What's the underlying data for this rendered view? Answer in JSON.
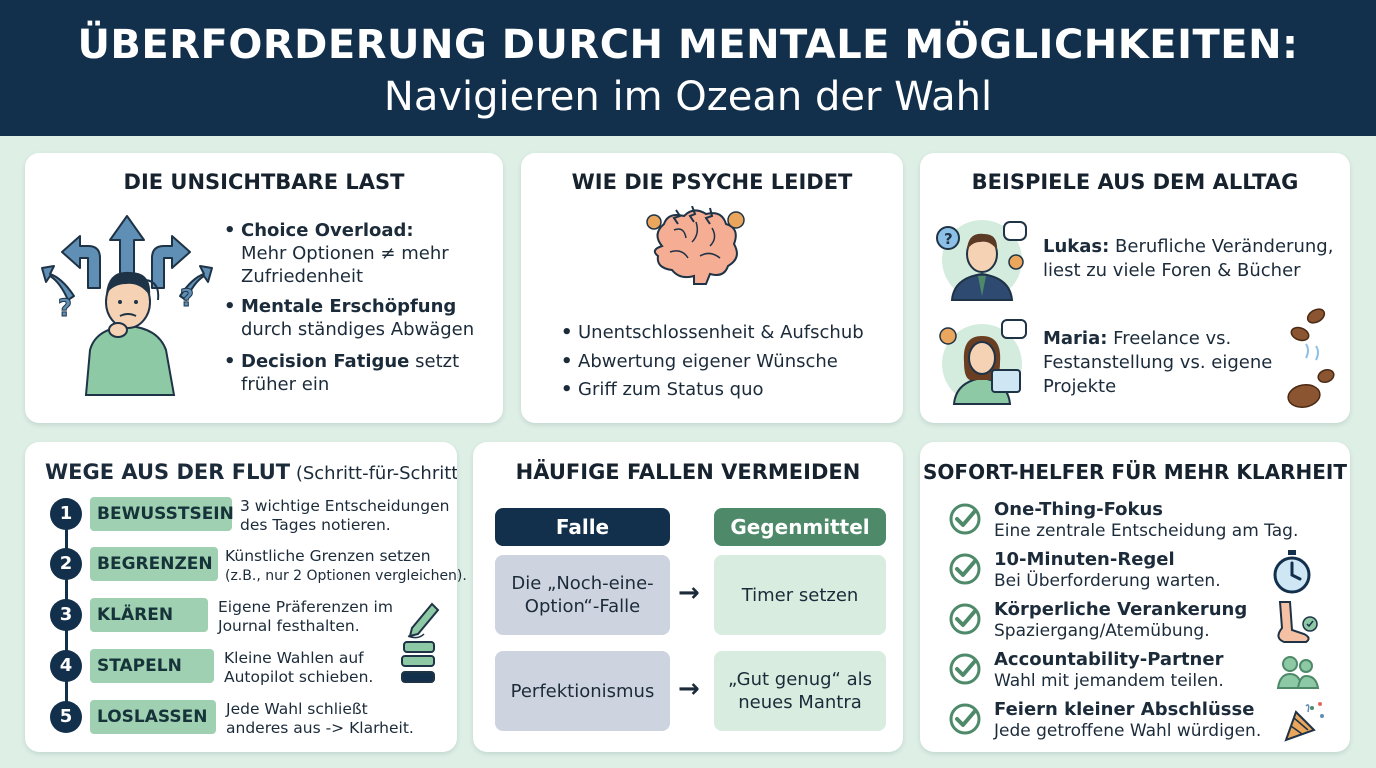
{
  "header": {
    "title": "ÜBERFORDERUNG DURCH MENTALE MÖGLICHKEITEN:",
    "subtitle": "Navigieren im Ozean der Wahl"
  },
  "colors": {
    "navy": "#12304c",
    "green": "#4e8a69",
    "mint": "#9fd0b1",
    "background": "#deefe6"
  },
  "last": {
    "title": "DIE UNSICHTBARE LAST",
    "items": [
      {
        "bold": "Choice Overload:",
        "text1": "Mehr Optionen ≠ mehr",
        "text2": "Zufriedenheit"
      },
      {
        "bold": "Mentale Erschöpfung",
        "text1": "durch ständiges Abwägen"
      },
      {
        "bold": "Decision Fatigue",
        "rest": " setzt",
        "text1": "früher ein"
      }
    ],
    "icon": "confused-person-icon"
  },
  "psyche": {
    "title": "WIE DIE PSYCHE LEIDET",
    "items": [
      "Unentschlossenheit & Aufschub",
      "Abwertung eigener Wünsche",
      "Griff zum Status quo"
    ],
    "icon": "brain-icon"
  },
  "examples": {
    "title": "BEISPIELE AUS DEM ALLTAG",
    "people": [
      {
        "name": "Lukas:",
        "line1": " Berufliche Veränderung,",
        "line2": "liest zu viele Foren & Bücher"
      },
      {
        "name": "Maria:",
        "line1": " Freelance vs.",
        "line2": "Festanstellung vs. eigene",
        "line3": "Projekte"
      }
    ]
  },
  "steps": {
    "title": "WEGE AUS DER FLUT",
    "subtitle": " (Schritt-für-Schritt)",
    "items": [
      {
        "num": "1",
        "label": "BEWUSSTSEIN",
        "d1": "3 wichtige Entscheidungen",
        "d2": "des Tages notieren."
      },
      {
        "num": "2",
        "label": "BEGRENZEN",
        "d1": "Künstliche Grenzen setzen",
        "d2": "(z.B., nur 2 Optionen vergleichen)."
      },
      {
        "num": "3",
        "label": "KLÄREN",
        "d1": "Eigene Präferenzen im",
        "d2": "Journal festhalten."
      },
      {
        "num": "4",
        "label": "STAPELN",
        "d1": "Kleine Wahlen auf",
        "d2": "Autopilot schieben."
      },
      {
        "num": "5",
        "label": "LOSLASSEN",
        "d1": "Jede Wahl schließt",
        "d2": "anderes aus -> Klarheit."
      }
    ]
  },
  "traps": {
    "title": "HÄUFIGE FALLEN VERMEIDEN",
    "head_trap": "Falle",
    "head_remedy": "Gegenmittel",
    "rows": [
      {
        "trap1": "Die „Noch-eine-",
        "trap2": "Option“-Falle",
        "remedy1": "Timer setzen",
        "remedy2": ""
      },
      {
        "trap1": "Perfektionismus",
        "trap2": "",
        "remedy1": "„Gut genug“ als",
        "remedy2": "neues Mantra"
      }
    ]
  },
  "helpers": {
    "title": "SOFORT-HELFER FÜR MEHR KLARHEIT",
    "items": [
      {
        "title": "One-Thing-Fokus",
        "desc": "Eine zentrale Entscheidung am Tag."
      },
      {
        "title": "10-Minuten-Regel",
        "desc": "Bei Überforderung warten.",
        "icon": "stopwatch-icon"
      },
      {
        "title": "Körperliche Verankerung",
        "desc": "Spaziergang/Atemübung.",
        "icon": "foot-icon"
      },
      {
        "title": "Accountability-Partner",
        "desc": "Wahl mit jemandem teilen.",
        "icon": "people-icon"
      },
      {
        "title": "Feiern kleiner Abschlüsse",
        "desc": "Jede getroffene Wahl würdigen.",
        "icon": "party-popper-icon"
      }
    ]
  }
}
